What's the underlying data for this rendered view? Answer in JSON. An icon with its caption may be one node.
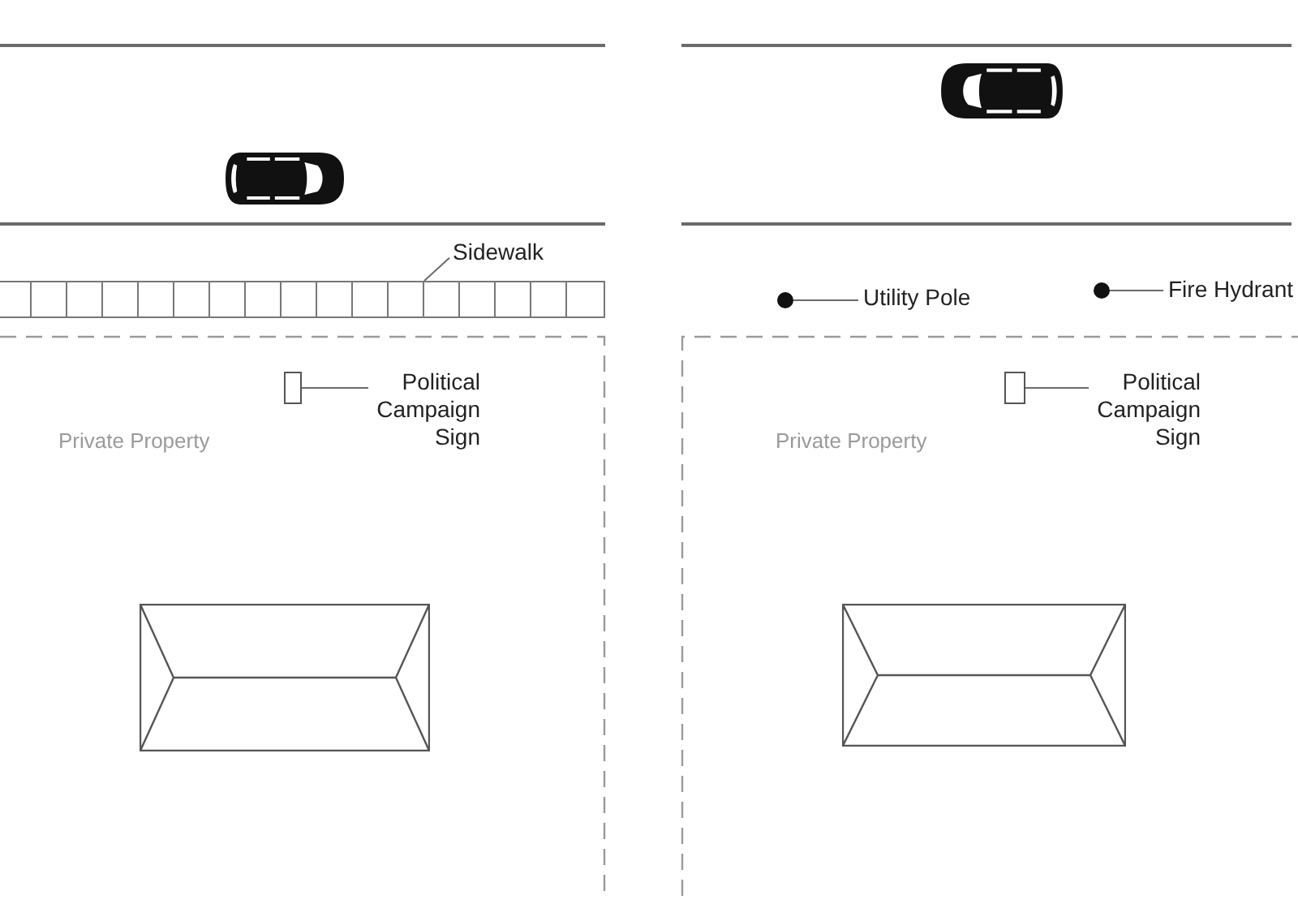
{
  "diagram": {
    "nodes": [
      {
        "text": [
          "Sidewalk"
        ]
      },
      {
        "text": [],
        "shape": "bar"
      },
      {
        "text": [
          "Private Property"
        ]
      },
      {
        "text": [],
        "shape": "box",
        "in": 2
      },
      {
        "text": [
          "Political Campaign Sign"
        ],
        "in": 2
      },
      {
        "text": [],
        "shape": "circle"
      },
      {
        "text": [
          "Utility Pole"
        ]
      },
      {
        "text": [],
        "shape": "circle"
      },
      {
        "text": [
          "Fire Hydrant"
        ]
      },
      {
        "text": [
          "Private Property"
        ]
      },
      {
        "text": [],
        "shape": "box",
        "in": 9
      },
      {
        "text": [
          "Political Campaign Sign"
        ],
        "in": 9
      }
    ],
    "edges": [
      {
        "from": 0,
        "to": 1,
        "arrow": "none"
      },
      {
        "from": 4,
        "to": 3,
        "arrow": "none"
      },
      {
        "from": 6,
        "to": 5,
        "arrow": "none"
      },
      {
        "from": 8,
        "to": 7,
        "arrow": "none"
      },
      {
        "from": 11,
        "to": 10,
        "arrow": "none"
      }
    ]
  }
}
